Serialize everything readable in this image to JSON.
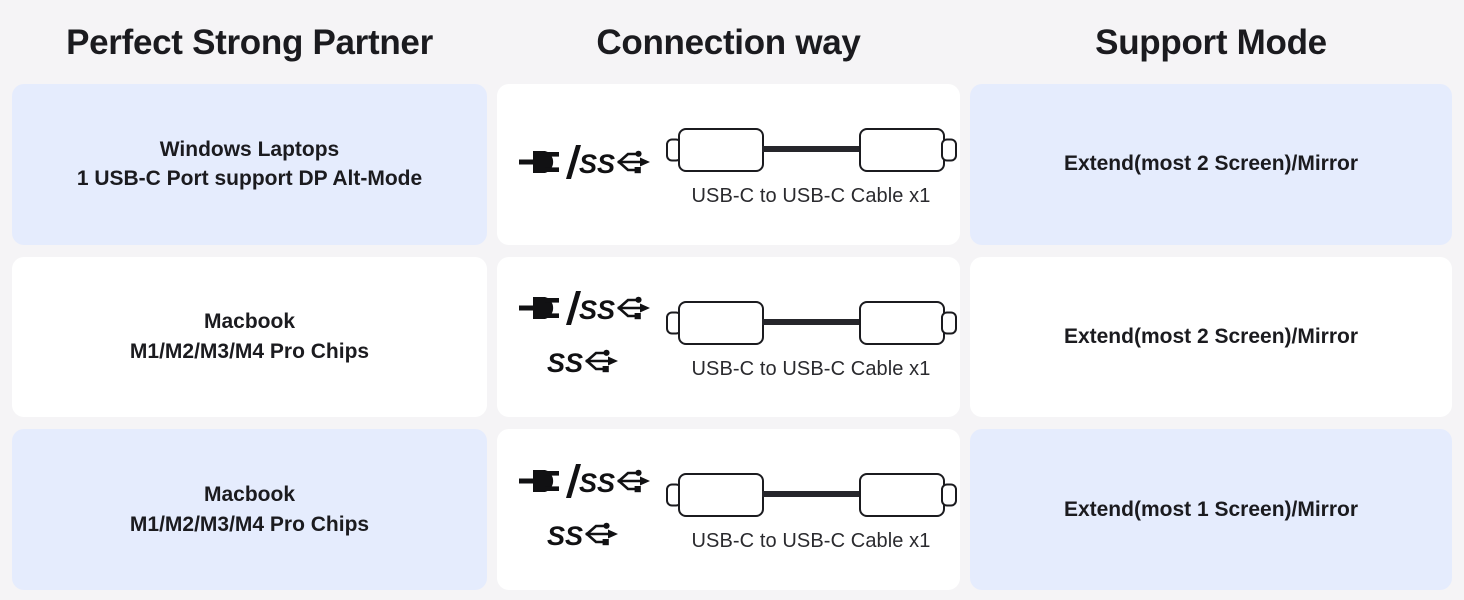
{
  "header": {
    "columns": [
      {
        "label": "Perfect Strong Partner"
      },
      {
        "label": "Connection way"
      },
      {
        "label": "Support Mode"
      }
    ]
  },
  "colors": {
    "page_background": "#f5f4f6",
    "highlight_row": "#e5ecfd",
    "plain_row": "#ffffff",
    "text": "#1b1b1f",
    "cable_outline": "#1b1b1f"
  },
  "rows": [
    {
      "highlight": true,
      "device": {
        "line1": "Windows Laptops",
        "line2": "1 USB-C Port support DP Alt-Mode"
      },
      "connection": {
        "icons": [
          "power-plug-slash-superspeed-usb-icon"
        ],
        "icon_labels": [
          "/SS"
        ],
        "cable_caption": "USB-C to USB-C Cable x1"
      },
      "support_mode": "Extend(most 2 Screen)/Mirror"
    },
    {
      "highlight": false,
      "device": {
        "line1": "Macbook",
        "line2": "M1/M2/M3/M4 Pro Chips"
      },
      "connection": {
        "icons": [
          "power-plug-slash-superspeed-usb-icon",
          "superspeed-usb-icon"
        ],
        "icon_labels": [
          "/SS",
          "SS"
        ],
        "cable_caption": "USB-C to USB-C Cable x1"
      },
      "support_mode": "Extend(most 2 Screen)/Mirror"
    },
    {
      "highlight": true,
      "device": {
        "line1": "Macbook",
        "line2": "M1/M2/M3/M4 Pro Chips"
      },
      "connection": {
        "icons": [
          "power-plug-slash-superspeed-usb-icon",
          "superspeed-usb-icon"
        ],
        "icon_labels": [
          "/SS",
          "SS"
        ],
        "cable_caption": "USB-C to USB-C Cable x1"
      },
      "support_mode": "Extend(most 1 Screen)/Mirror"
    }
  ]
}
